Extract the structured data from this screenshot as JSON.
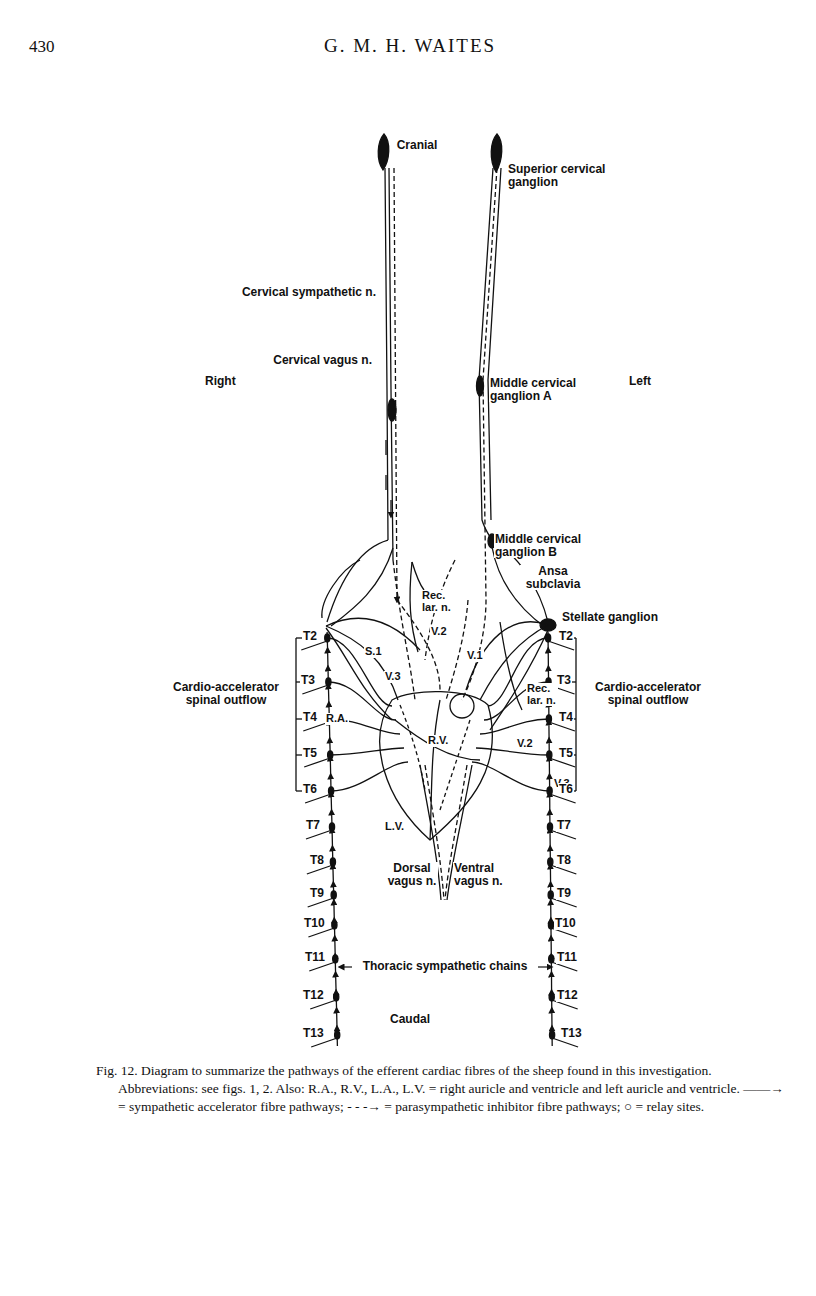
{
  "diagram": {
    "caption": "Fig. 12. Diagram to summarize the pathways of the efferent cardiac fibres of the sheep found in this investigation. Abbreviations: see figs. 1, 2. Also: R.A., R.V., L.A., L.V. = right auricle and ventricle and left auricle and ventricle. ——→ = sympathetic accelerator fibre pathways; - - -→ = parasympathetic inhibitor fibre pathways; ○ = relay sites.",
    "labels": [
      "430",
      "G. M. H. WAITES",
      "Cranial",
      "Superior cervical ganglion",
      "Cervical sympathetic n.",
      "Cervical vagus n.",
      "Right",
      "Left",
      "Middle cervical ganglion A",
      "Middle cervical ganglion B",
      "Ansa subclavia",
      "Rec. lar. n.",
      "V.2",
      "S.1",
      "V.1",
      "V.3",
      "Rec. lar. n.",
      "R.A.",
      "R.V.",
      "V.2",
      "V.3",
      "Stellate ganglion",
      "T2",
      "T3",
      "T4",
      "T5",
      "T6",
      "T7",
      "T8",
      "T9",
      "T10",
      "T11",
      "T12",
      "T13",
      "T2",
      "T3",
      "T4",
      "T5",
      "T6",
      "T7",
      "T8",
      "T9",
      "T10",
      "T11",
      "T12",
      "T13",
      "Cardio-accelerator spinal outflow",
      "Cardio-accelerator spinal outflow",
      "L.V.",
      "Dorsal vagus n.",
      "Ventral vagus n.",
      "Thoracic sympathetic chains",
      "Caudal"
    ]
  }
}
